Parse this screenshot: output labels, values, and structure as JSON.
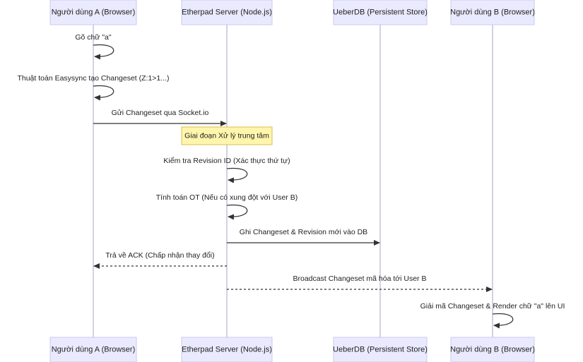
{
  "actors": [
    {
      "id": "userA",
      "label": "Người dùng A (Browser)"
    },
    {
      "id": "server",
      "label": "Etherpad Server (Node.js)"
    },
    {
      "id": "db",
      "label": "UeberDB (Persistent Store)"
    },
    {
      "id": "userB",
      "label": "Người dùng B (Browser)"
    }
  ],
  "messages": [
    {
      "from": "userA",
      "to": "userA",
      "label": "Gõ chữ \"a\"",
      "style": "solid"
    },
    {
      "from": "userA",
      "to": "userA",
      "label": "Thuật toán Easysync tạo Changeset (Z:1>1...)",
      "style": "solid"
    },
    {
      "from": "userA",
      "to": "server",
      "label": "Gửi Changeset qua Socket.io",
      "style": "solid"
    },
    {
      "from": "server",
      "to": "server",
      "label": "Kiểm tra Revision ID (Xác thực thứ tự)",
      "style": "solid"
    },
    {
      "from": "server",
      "to": "server",
      "label": "Tính toán OT (Nếu có xung đột với User B)",
      "style": "solid"
    },
    {
      "from": "server",
      "to": "db",
      "label": "Ghi Changeset & Revision mới vào DB",
      "style": "solid"
    },
    {
      "from": "server",
      "to": "userA",
      "label": "Trả về ACK (Chấp nhận thay đổi)",
      "style": "dashed"
    },
    {
      "from": "server",
      "to": "userB",
      "label": "Broadcast Changeset mã hóa tới User B",
      "style": "dashed"
    },
    {
      "from": "userB",
      "to": "userB",
      "label": "Giải mã Changeset & Render chữ \"a\" lên UI",
      "style": "solid"
    }
  ],
  "note": {
    "over": "server",
    "label": "Giai đoạn Xử lý trung tâm"
  },
  "colors": {
    "actor_fill": "#eaeaff",
    "actor_stroke": "#c9c9f0",
    "note_fill": "#fff5ad",
    "note_stroke": "#d8c04a",
    "line": "#333333"
  }
}
